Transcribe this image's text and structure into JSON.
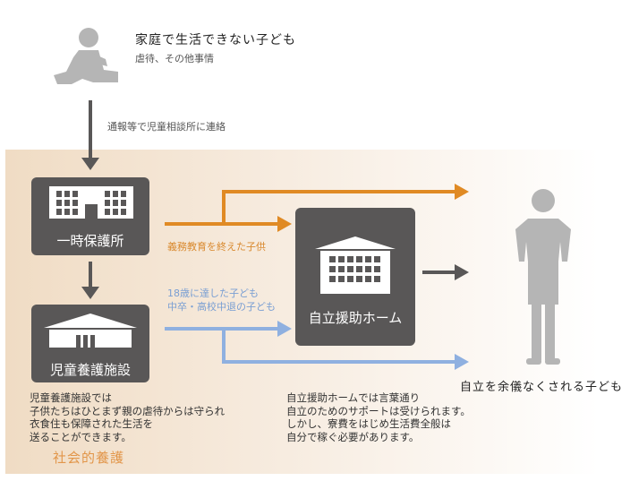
{
  "top": {
    "title": "家庭で生活できない子ども",
    "subtitle": "虐待、その他事情"
  },
  "flow": {
    "report_label": "通報等で児童相談所に連絡",
    "orange_label": "義務教育を終えた子供",
    "blue_label": "18歳に達した子ども\n中卒・高校中退の子ども",
    "end_label": "自立を余儀なくされる子ども"
  },
  "boxes": {
    "temporary": "一時保護所",
    "facility": "児童養護施設",
    "home": "自立援助ホーム"
  },
  "notes": {
    "facility_note": "児童養護施設では\n子供たちはひとまず親の虐待からは守られ\n衣食住も保障された生活を\n送ることができます。",
    "home_note": "自立援助ホームでは言葉通り\n自立のためのサポートは受けられます。\nしかし、寮費をはじめ生活費全般は\n自分で稼ぐ必要があります。"
  },
  "band_label": "社会的養護",
  "colors": {
    "box": "#595757",
    "orange": "#e08a24",
    "blue": "#8fb0e0",
    "arrow_gray": "#595757",
    "figure": "#b5b5b5"
  }
}
